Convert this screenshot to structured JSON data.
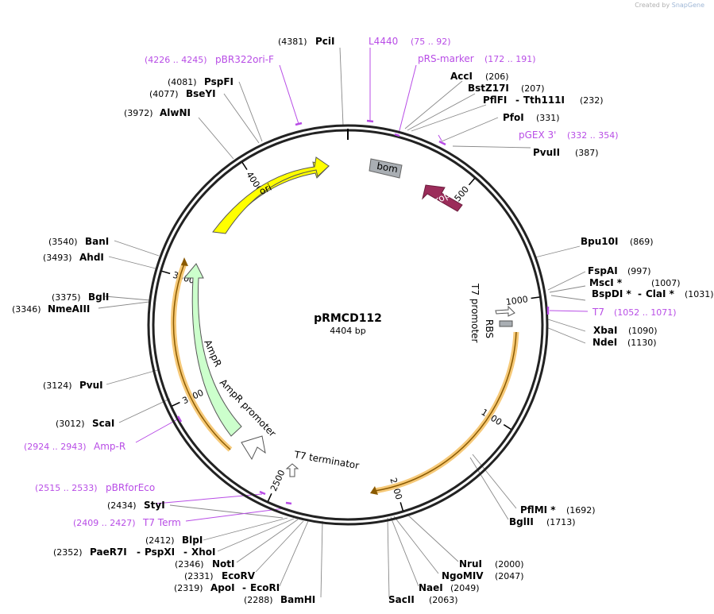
{
  "credit": {
    "prefix": "Created by",
    "brand": "SnapGene"
  },
  "plasmid": {
    "name": "pRMCD112",
    "length": 4404,
    "length_label": "4404 bp"
  },
  "colors": {
    "primer": "#b84de6",
    "ori": "#ffff00",
    "ampr": "#ccffcc",
    "rop": "#9b2c5a",
    "bom": "#a9aeb3",
    "highlight": "#f6c978"
  },
  "ticks": [
    {
      "pos": 500,
      "label": "500"
    },
    {
      "pos": 1000,
      "label": "1000"
    },
    {
      "pos": 1500,
      "label": "1500"
    },
    {
      "pos": 2000,
      "label": "2000"
    },
    {
      "pos": 2500,
      "label": "2500"
    },
    {
      "pos": 3000,
      "label": "3000"
    },
    {
      "pos": 3500,
      "label": "3500"
    },
    {
      "pos": 4000,
      "label": "4000"
    }
  ],
  "sites": [
    {
      "name": "PciI",
      "coord": "(4381)"
    },
    {
      "name": "AccI",
      "coord": "(206)"
    },
    {
      "name": "BstZ17I",
      "coord": "(207)"
    },
    {
      "name": "PflFI",
      "name2": "Tth111I",
      "coord": "(232)"
    },
    {
      "name": "PfoI",
      "coord": "(331)"
    },
    {
      "name": "PvuII",
      "coord": "(387)"
    },
    {
      "name": "Bpu10I",
      "coord": "(869)"
    },
    {
      "name": "FspAI",
      "coord": "(997)"
    },
    {
      "name": "MscI *",
      "coord": "(1007)"
    },
    {
      "name": "BspDI *",
      "name2": "ClaI *",
      "coord": "(1031)"
    },
    {
      "name": "XbaI",
      "coord": "(1090)"
    },
    {
      "name": "NdeI",
      "coord": "(1130)"
    },
    {
      "name": "PflMI *",
      "coord": "(1692)"
    },
    {
      "name": "BglII",
      "coord": "(1713)"
    },
    {
      "name": "NruI",
      "coord": "(2000)"
    },
    {
      "name": "NgoMIV",
      "coord": "(2047)"
    },
    {
      "name": "NaeI",
      "coord": "(2049)"
    },
    {
      "name": "SacII",
      "coord": "(2063)"
    },
    {
      "name": "BamHI",
      "coord": "(2288)"
    },
    {
      "name": "ApoI",
      "name2": "EcoRI",
      "coord": "(2319)"
    },
    {
      "name": "EcoRV",
      "coord": "(2331)"
    },
    {
      "name": "NotI",
      "coord": "(2346)"
    },
    {
      "name": "PaeR7I",
      "name2": "PspXI",
      "name3": "XhoI",
      "coord": "(2352)"
    },
    {
      "name": "BlpI",
      "coord": "(2412)"
    },
    {
      "name": "StyI",
      "coord": "(2434)"
    },
    {
      "name": "ScaI",
      "coord": "(3012)"
    },
    {
      "name": "PvuI",
      "coord": "(3124)"
    },
    {
      "name": "NmeAIII",
      "coord": "(3346)"
    },
    {
      "name": "BglI",
      "coord": "(3375)"
    },
    {
      "name": "AhdI",
      "coord": "(3493)"
    },
    {
      "name": "BanI",
      "coord": "(3540)"
    },
    {
      "name": "AlwNI",
      "coord": "(3972)"
    },
    {
      "name": "BseYI",
      "coord": "(4077)"
    },
    {
      "name": "PspFI",
      "coord": "(4081)"
    }
  ],
  "primers": [
    {
      "name": "L4440",
      "range": "(75 .. 92)"
    },
    {
      "name": "pRS-marker",
      "range": "(172 .. 191)"
    },
    {
      "name": "pGEX 3'",
      "range": "(332 .. 354)"
    },
    {
      "name": "T7",
      "range": "(1052 .. 1071)"
    },
    {
      "name": "pBRforEco",
      "range": "(2515 .. 2533)"
    },
    {
      "name": "T7 Term",
      "range": "(2409 .. 2427)"
    },
    {
      "name": "Amp-R",
      "range": "(2924 .. 2943)"
    },
    {
      "name": "pBR322ori-F",
      "range": "(4226 .. 4245)"
    }
  ],
  "features": [
    {
      "name": "ori"
    },
    {
      "name": "bom"
    },
    {
      "name": "rop"
    },
    {
      "name": "T7 promoter"
    },
    {
      "name": "RBS"
    },
    {
      "name": "AmpR"
    },
    {
      "name": "AmpR promoter"
    },
    {
      "name": "T7 terminator"
    }
  ]
}
